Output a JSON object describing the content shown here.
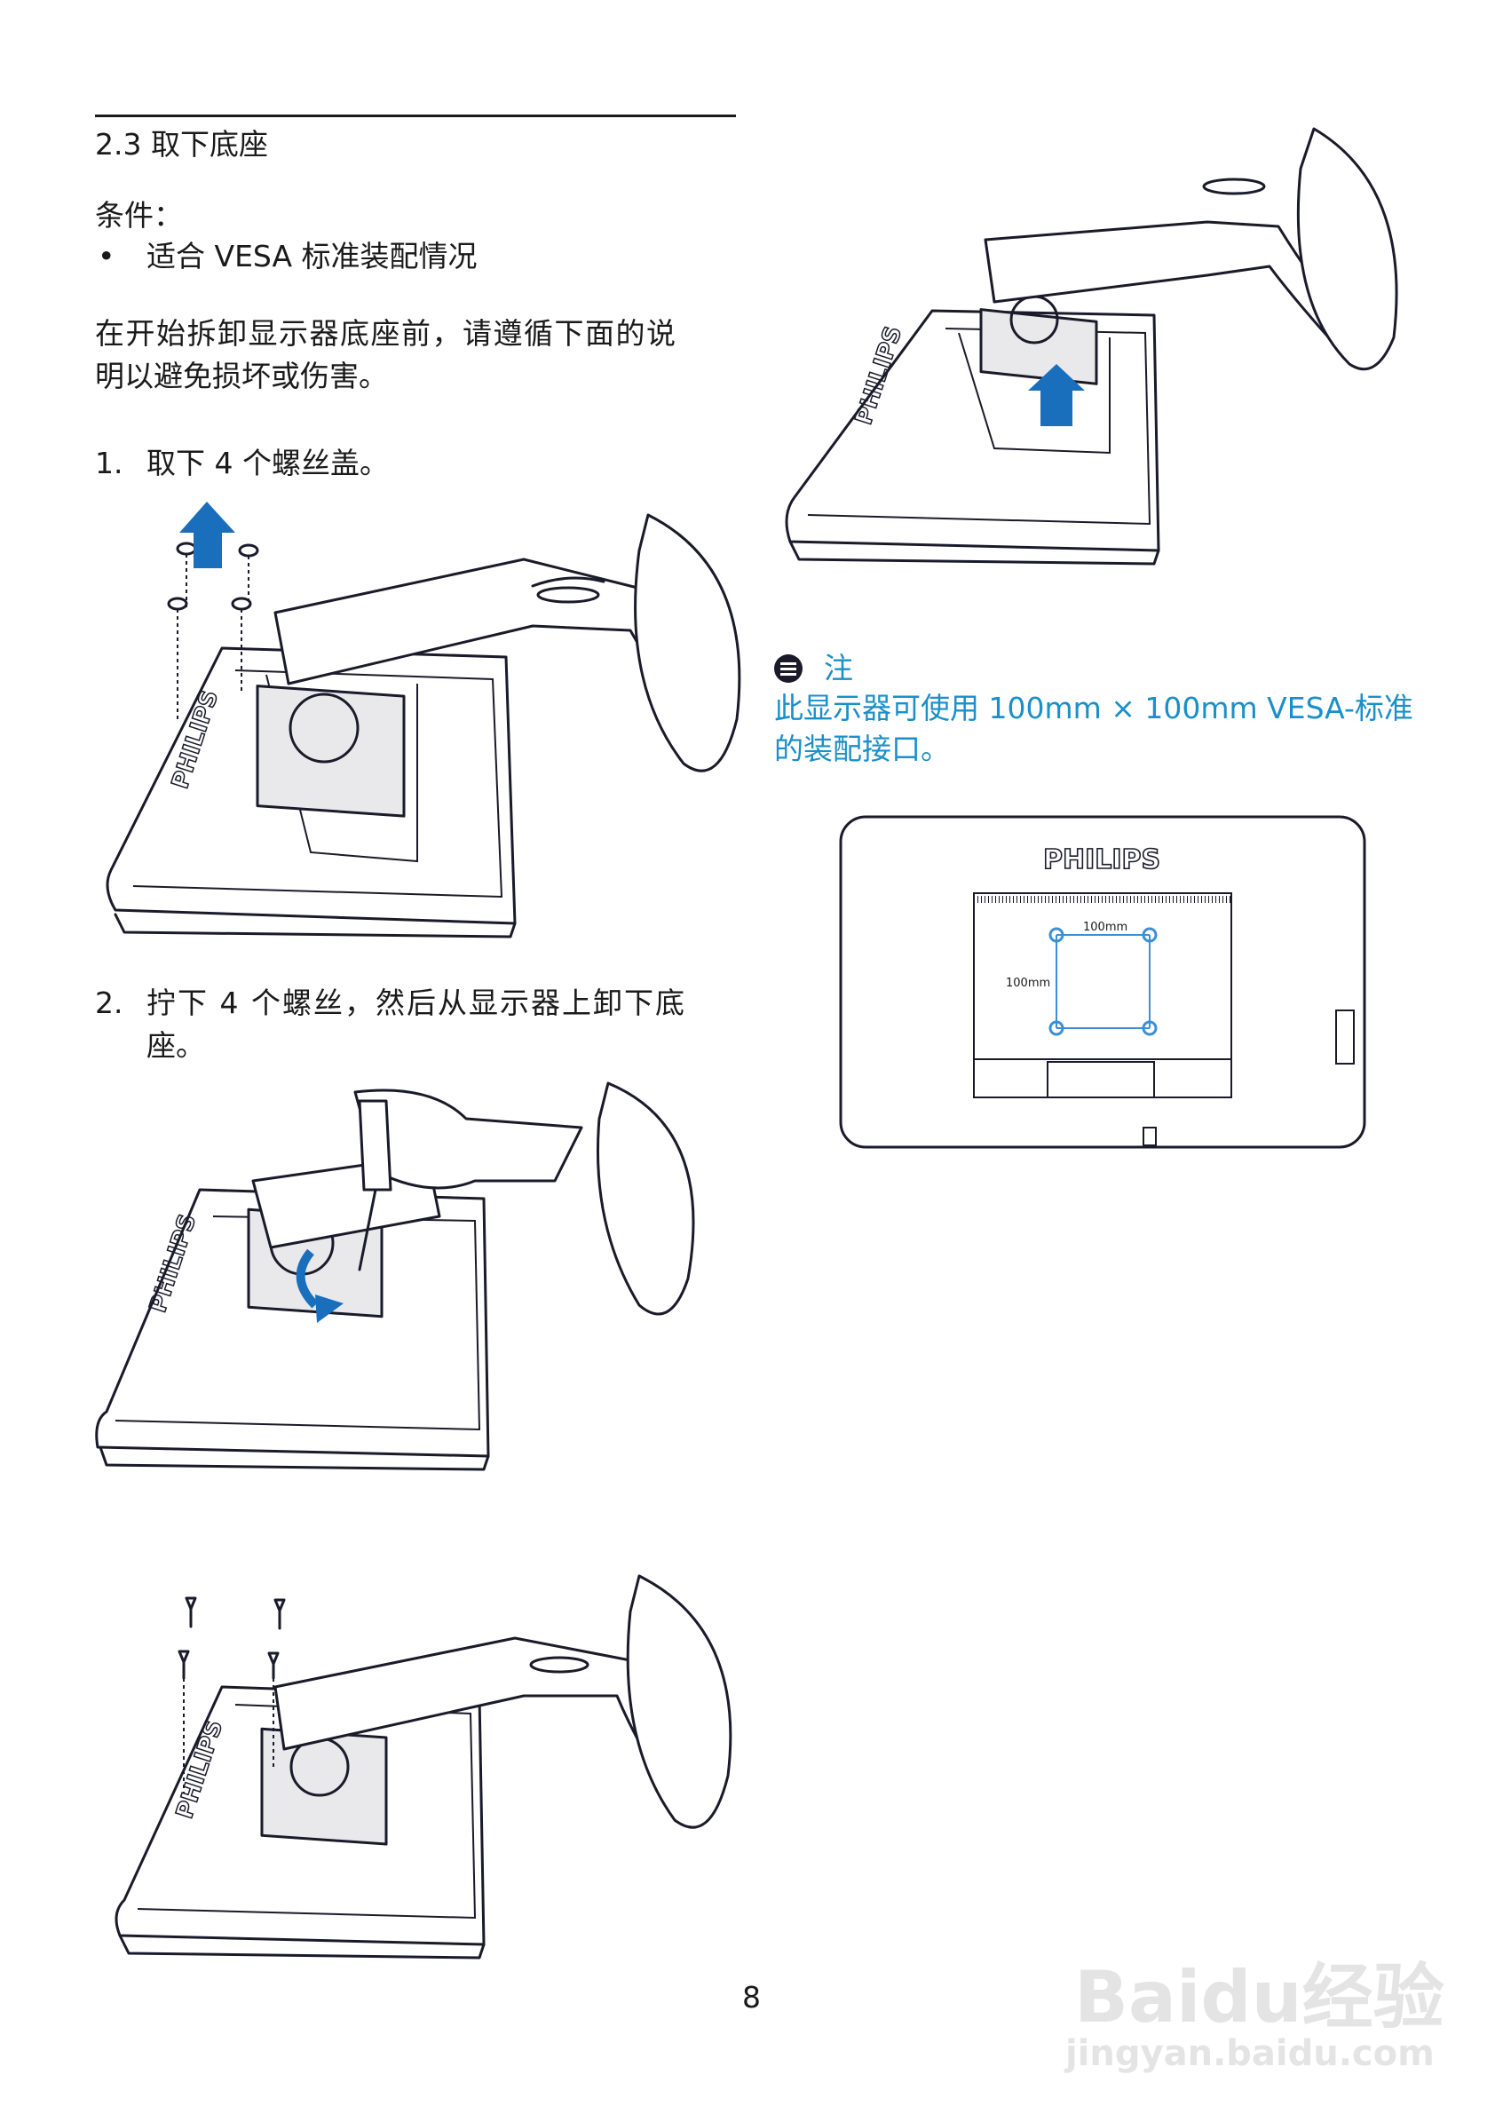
{
  "section": {
    "title": "2.3 取下底座"
  },
  "conditions": {
    "label": "条件：",
    "bullet": "•",
    "item": "适合 VESA 标准装配情况"
  },
  "intro": {
    "line1": "在开始拆卸显示器底座前，请遵循下面的说",
    "line2": "明以避免损坏或伤害。"
  },
  "steps": [
    {
      "num": "1.",
      "text": "取下 4 个螺丝盖。"
    },
    {
      "num": "2.",
      "line1": "拧下 4 个螺丝，然后从显示器上卸下底",
      "line2": "座。"
    }
  ],
  "note": {
    "label": "注",
    "line1": "此显示器可使用 100mm × 100mm VESA-标准",
    "line2": "的装配接口。"
  },
  "diagram": {
    "brand": "PHILIPS",
    "dim_h": "100mm",
    "dim_v": "100mm"
  },
  "page_number": "8",
  "watermark": {
    "brand": "Baidu经验",
    "url": "jingyan.baidu.com"
  },
  "colors": {
    "accent": "#1a8fc9",
    "arrow": "#1a6fbd",
    "text": "#1a1a1a"
  }
}
